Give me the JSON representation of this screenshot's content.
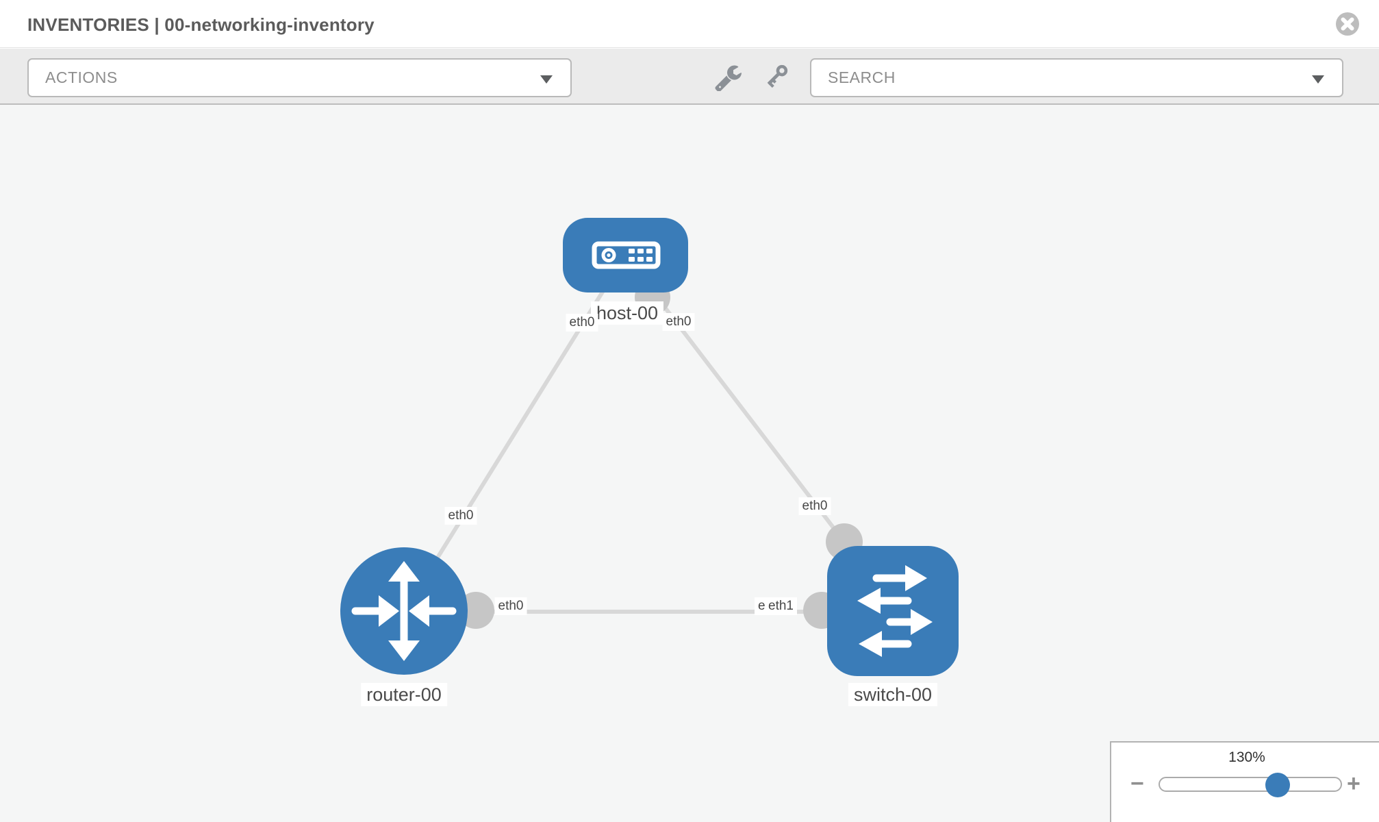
{
  "header": {
    "title": "INVENTORIES | 00-networking-inventory",
    "close_icon": "x-circle"
  },
  "toolbar": {
    "actions_label": "ACTIONS",
    "search_placeholder": "SEARCH",
    "tool_icons": [
      "wrench",
      "key"
    ],
    "caret_icon": "chevron-down"
  },
  "topology": {
    "nodes": [
      {
        "label": "host-00",
        "type": "host"
      },
      {
        "label": "router-00",
        "type": "router"
      },
      {
        "label": "switch-00",
        "type": "switch"
      }
    ],
    "links": [
      {
        "from": "host-00",
        "from_interface": "eth0",
        "to": "router-00",
        "to_interface": "eth0"
      },
      {
        "from": "host-00",
        "from_interface": "eth0",
        "to": "switch-00",
        "to_interface": "eth0"
      },
      {
        "from": "router-00",
        "from_interface": "eth0",
        "to": "switch-00",
        "to_interface": "eth1",
        "to_interface_overlapped": "eth0"
      }
    ]
  },
  "zoom": {
    "level": "130%",
    "minus_label": "−",
    "plus_label": "+",
    "minus_icon": "minus",
    "plus_icon": "plus"
  },
  "colors": {
    "node_fill": "#3a7cb8",
    "link": "#d8d8d8",
    "interface_circle": "#c6c6c6",
    "slider_thumb": "#3a7cb8",
    "toolbar_bg": "#ebebeb",
    "canvas_bg": "#f5f6f6"
  }
}
